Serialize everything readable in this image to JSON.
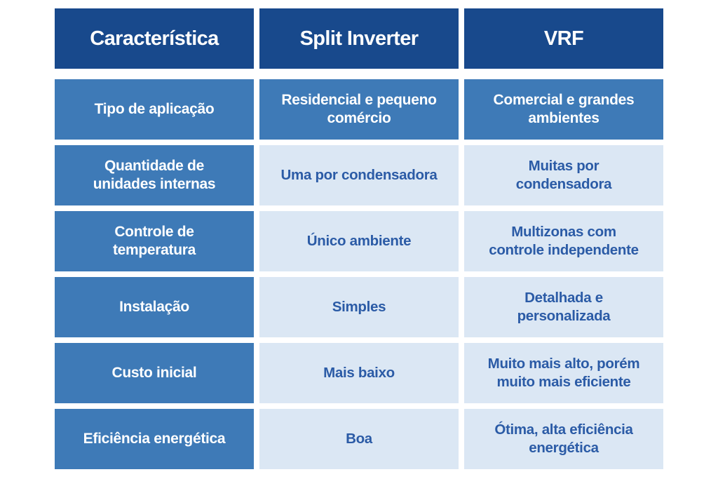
{
  "chart_data": {
    "type": "table",
    "title": "",
    "columns": [
      "Característica",
      "Split Inverter",
      "VRF"
    ],
    "rows": [
      [
        "Tipo de aplicação",
        "Residencial e pequeno comércio",
        "Comercial e grandes ambientes"
      ],
      [
        "Quantidade de unidades internas",
        "Uma por condensadora",
        "Muitas por condensadora"
      ],
      [
        "Controle de temperatura",
        "Único ambiente",
        "Multizonas com controle independente"
      ],
      [
        "Instalação",
        "Simples",
        "Detalhada e personalizada"
      ],
      [
        "Custo inicial",
        "Mais baixo",
        "Muito mais alto, porém muito mais eficiente"
      ],
      [
        "Eficiência energética",
        "Boa",
        "Ótima, alta eficiência energética"
      ]
    ],
    "highlight_row_index": 0,
    "legend_position": "none",
    "grid": false
  },
  "colors": {
    "header_bg": "#18498c",
    "feature_column_bg": "#3e7ab7",
    "highlight_row_bg": "#3e7ab7",
    "data_cell_bg": "#dbe7f4",
    "header_text": "#ffffff",
    "data_text": "#2b5ba6",
    "page_bg": "#ffffff"
  }
}
